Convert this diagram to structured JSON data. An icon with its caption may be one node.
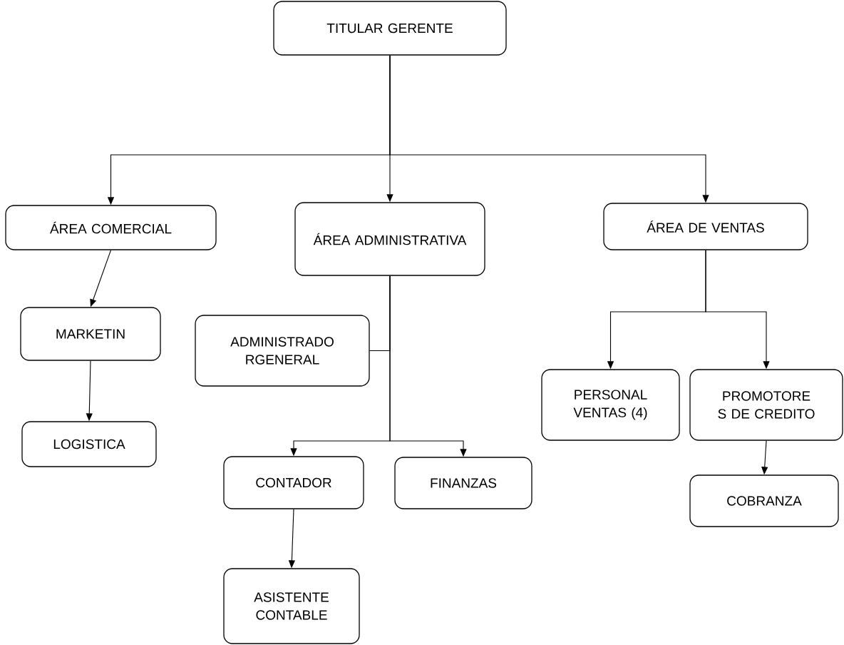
{
  "diagram": {
    "nodes": [
      {
        "text": [
          "TITULAR GERENTE"
        ]
      },
      {
        "text": [
          "ÁREA COMERCIAL"
        ]
      },
      {
        "text": [
          "ÁREA ADMINISTRATIVA"
        ]
      },
      {
        "text": [
          "ÁREA DE VENTAS"
        ]
      },
      {
        "text": [
          "MARKETIN"
        ]
      },
      {
        "text": [
          "LOGISTICA"
        ]
      },
      {
        "text": [
          "ADMINISTRADO RGENERAL"
        ]
      },
      {
        "text": [
          "CONTADOR"
        ]
      },
      {
        "text": [
          "FINANZAS"
        ]
      },
      {
        "text": [
          "ASISTENTE CONTABLE"
        ]
      },
      {
        "text": [
          "PERSONAL VENTAS (4)"
        ]
      },
      {
        "text": [
          "PROMOTORE S DE CREDITO"
        ]
      },
      {
        "text": [
          "COBRANZA"
        ]
      }
    ],
    "edges": [
      {
        "from": 0,
        "to": 1,
        "arrow": "to"
      },
      {
        "from": 0,
        "to": 2,
        "arrow": "to"
      },
      {
        "from": 0,
        "to": 3,
        "arrow": "to"
      },
      {
        "from": 1,
        "to": 4,
        "arrow": "to"
      },
      {
        "from": 4,
        "to": 5,
        "arrow": "to"
      },
      {
        "from": 2,
        "to": 6,
        "arrow": "none"
      },
      {
        "from": 2,
        "to": 7,
        "arrow": "to"
      },
      {
        "from": 2,
        "to": 8,
        "arrow": "to"
      },
      {
        "from": 7,
        "to": 9,
        "arrow": "to"
      },
      {
        "from": 3,
        "to": 10,
        "arrow": "to"
      },
      {
        "from": 3,
        "to": 11,
        "arrow": "to"
      },
      {
        "from": 11,
        "to": 12,
        "arrow": "to"
      }
    ]
  }
}
